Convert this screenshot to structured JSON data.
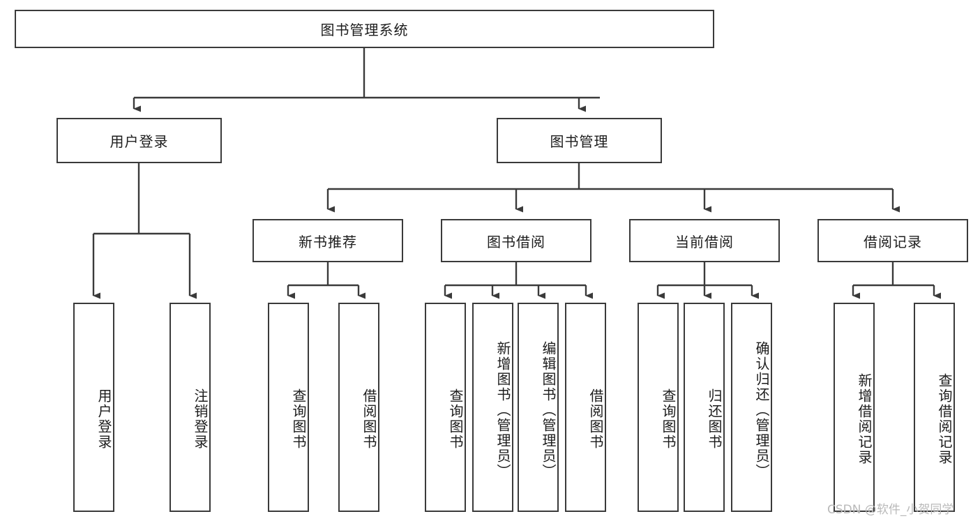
{
  "diagram": {
    "title": "图书管理系统",
    "type": "hierarchy-tree",
    "root": {
      "id": "root",
      "label": "图书管理系统",
      "orientation": "horizontal"
    },
    "level2": [
      {
        "id": "user-login",
        "label": "用户登录",
        "orientation": "horizontal"
      },
      {
        "id": "book-management",
        "label": "图书管理",
        "orientation": "horizontal"
      }
    ],
    "level3": [
      {
        "id": "new-book-recommend",
        "label": "新书推荐",
        "orientation": "horizontal",
        "parent": "book-management"
      },
      {
        "id": "book-borrow",
        "label": "图书借阅",
        "orientation": "horizontal",
        "parent": "book-management"
      },
      {
        "id": "current-borrow",
        "label": "当前借阅",
        "orientation": "horizontal",
        "parent": "book-management"
      },
      {
        "id": "borrow-record",
        "label": "借阅记录",
        "orientation": "horizontal",
        "parent": "book-management"
      }
    ],
    "leaves": [
      {
        "id": "leaf-user-login",
        "label": "用户登录",
        "parent": "user-login",
        "orientation": "vertical"
      },
      {
        "id": "leaf-user-logout",
        "label": "注销登录",
        "parent": "user-login",
        "orientation": "vertical"
      },
      {
        "id": "leaf-query-book-1",
        "label": "查询图书",
        "parent": "new-book-recommend",
        "orientation": "vertical"
      },
      {
        "id": "leaf-borrow-book-1",
        "label": "借阅图书",
        "parent": "new-book-recommend",
        "orientation": "vertical"
      },
      {
        "id": "leaf-query-book-2",
        "label": "查询图书",
        "parent": "book-borrow",
        "orientation": "vertical"
      },
      {
        "id": "leaf-add-book",
        "label": "新增图书（管理员）",
        "parent": "book-borrow",
        "orientation": "vertical"
      },
      {
        "id": "leaf-edit-book",
        "label": "编辑图书（管理员）",
        "parent": "book-borrow",
        "orientation": "vertical"
      },
      {
        "id": "leaf-borrow-book-2",
        "label": "借阅图书",
        "parent": "book-borrow",
        "orientation": "vertical"
      },
      {
        "id": "leaf-query-book-3",
        "label": "查询图书",
        "parent": "current-borrow",
        "orientation": "vertical"
      },
      {
        "id": "leaf-return-book",
        "label": "归还图书",
        "parent": "current-borrow",
        "orientation": "vertical"
      },
      {
        "id": "leaf-confirm-return",
        "label": "确认归还（管理员）",
        "parent": "current-borrow",
        "orientation": "vertical"
      },
      {
        "id": "leaf-add-record",
        "label": "新增借阅记录",
        "parent": "borrow-record",
        "orientation": "vertical"
      },
      {
        "id": "leaf-query-record",
        "label": "查询借阅记录",
        "parent": "borrow-record",
        "orientation": "vertical"
      }
    ],
    "watermark": "CSDN @软件_小贺同学",
    "colors": {
      "border": "#3a3a3a",
      "line": "#3a3a3a",
      "text": "#1c1c1c",
      "background": "#ffffff",
      "watermark": "#b9b9b9"
    }
  }
}
